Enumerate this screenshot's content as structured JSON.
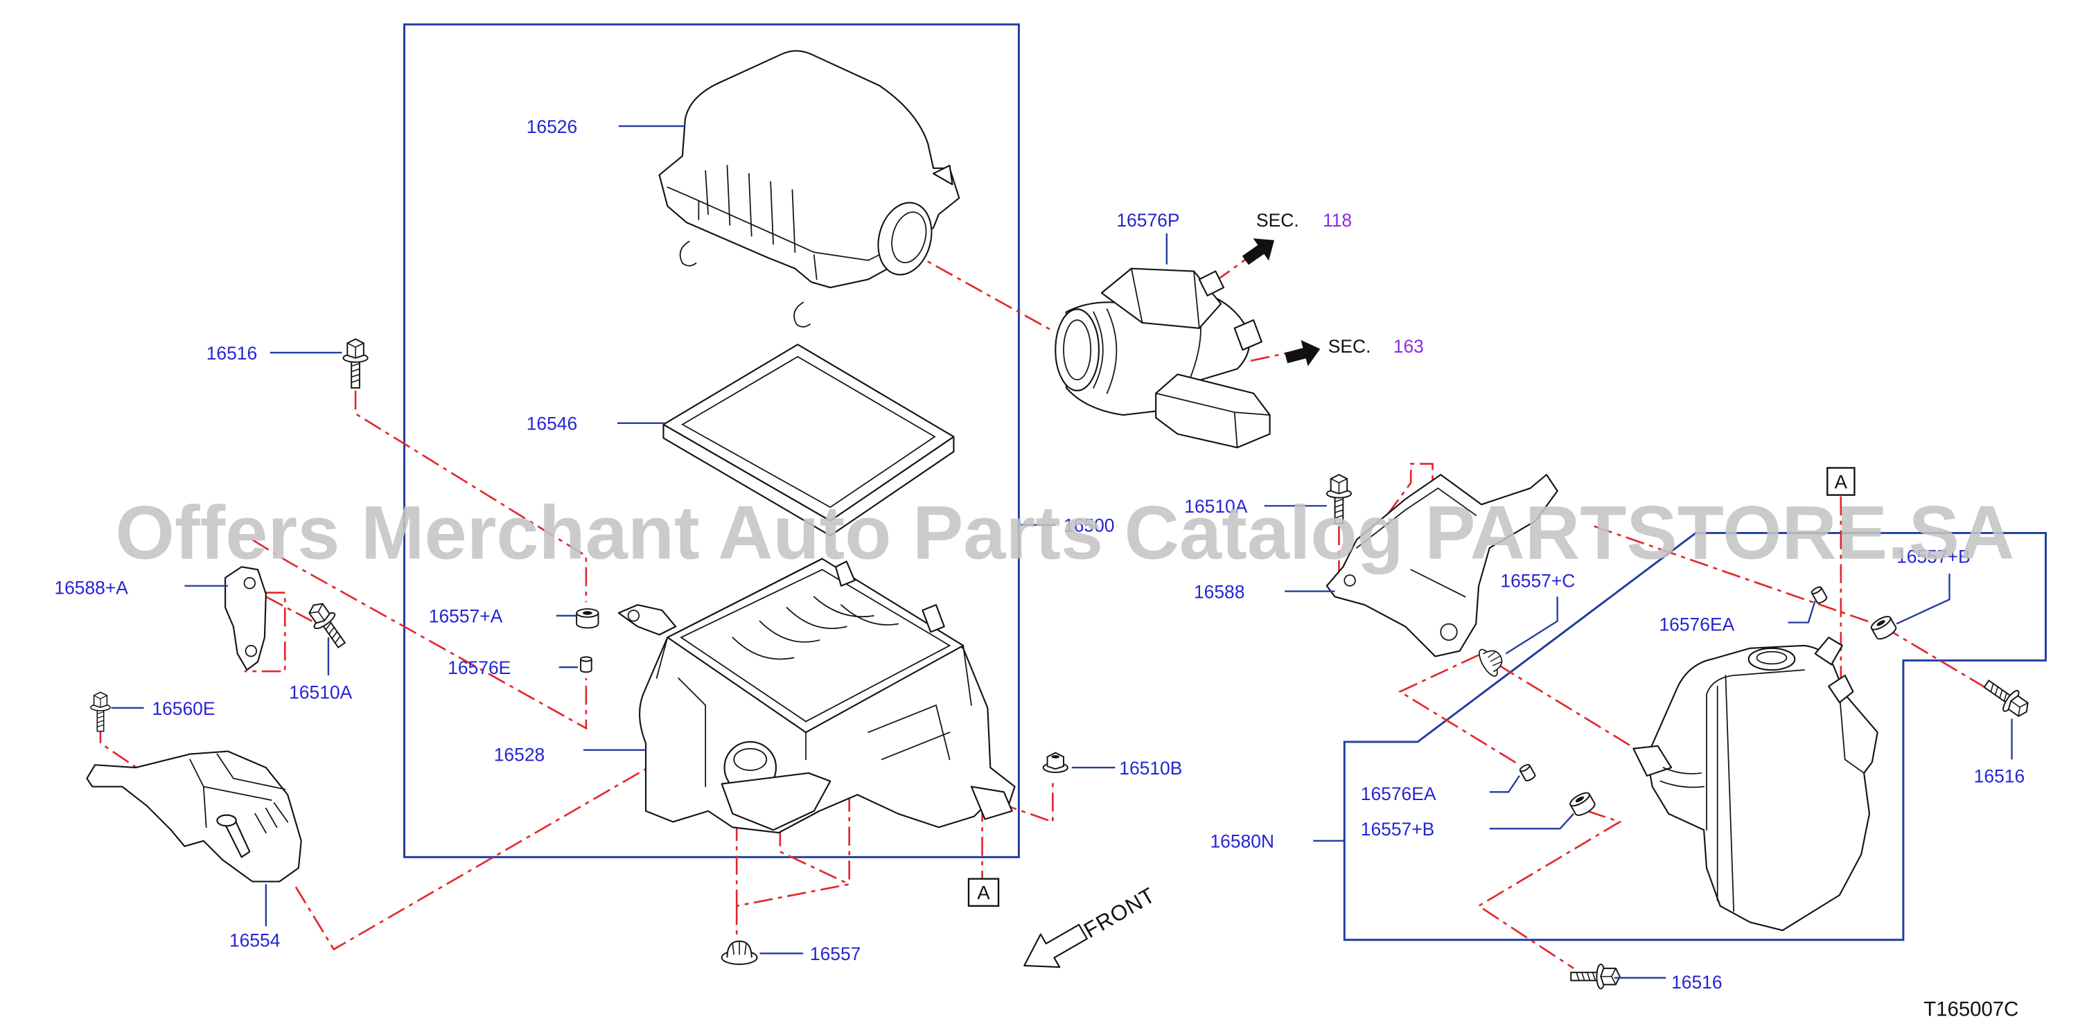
{
  "diagram": {
    "callouts": [
      "16526",
      "16576P",
      "16516",
      "16546",
      "16500",
      "16510A",
      "16557+B",
      "16588+A",
      "16588",
      "16557+C",
      "16576EA",
      "16557+A",
      "16576E",
      "16510A",
      "16560E",
      "16528",
      "16510B",
      "16516",
      "16576EA",
      "16557+B",
      "16580N",
      "16554",
      "16557",
      "16516"
    ],
    "section_refs": [
      {
        "prefix": "SEC.",
        "number": "118"
      },
      {
        "prefix": "SEC.",
        "number": "163"
      }
    ],
    "ref_marks": [
      "A",
      "A"
    ],
    "front_label": "FRONT",
    "drawing_code": "T165007C",
    "watermark": "Offers Merchant Auto Parts Catalog PARTSTORE.SA"
  },
  "colors": {
    "label": "#2424d4",
    "leader": "#1f3d9e",
    "connector": "#e3262b",
    "section_number": "#8a2be2",
    "outline": "#141414",
    "watermark": "#c4c4c4",
    "text_dark": "#111111"
  },
  "icons": {
    "front_arrow": "arrow-down-left-outline-icon",
    "section_arrow": "arrow-up-right-filled-icon"
  }
}
